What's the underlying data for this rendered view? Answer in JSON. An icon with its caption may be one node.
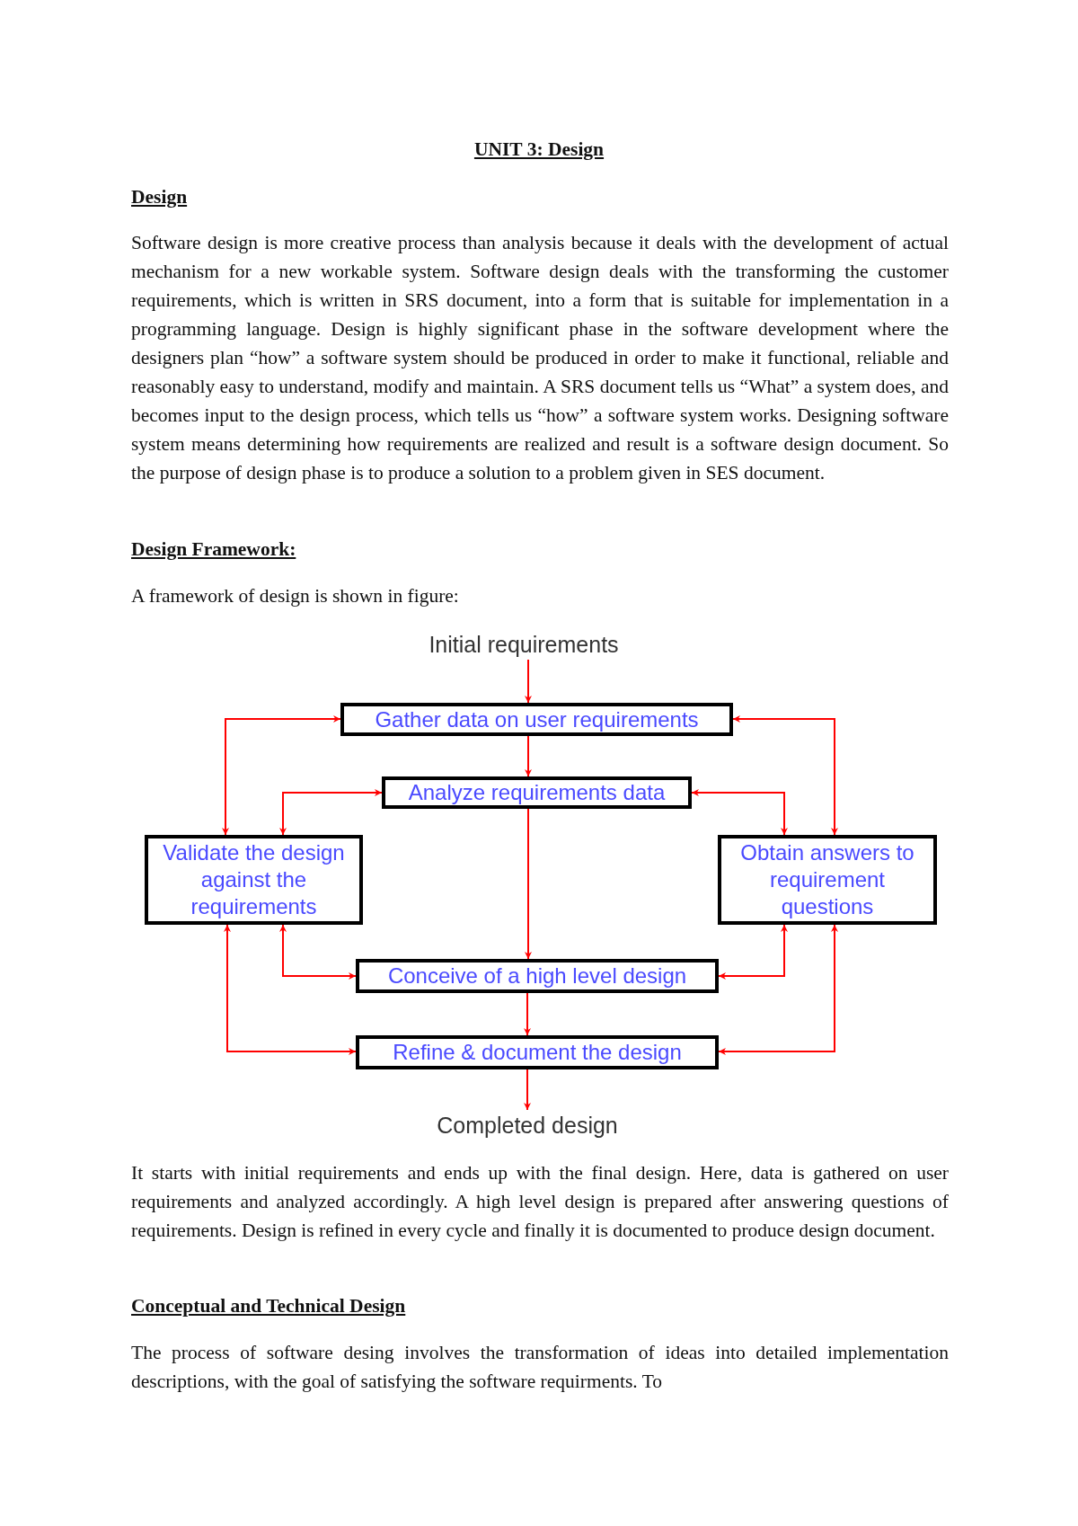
{
  "diagram": {
    "title": "UNIT 3: Design",
    "nodes": [
      {
        "text": [
          "Initial requirements"
        ]
      },
      {
        "text": [
          "Gather data on user requirements"
        ]
      },
      {
        "text": [
          "Analyze requirements data"
        ]
      },
      {
        "text": [
          "Validate the design against the requirements"
        ]
      },
      {
        "text": [
          "Obtain answers to requirement questions"
        ]
      },
      {
        "text": [
          "Conceive of a high level design"
        ]
      },
      {
        "text": [
          "Refine & document the design"
        ]
      },
      {
        "text": [
          "Completed design"
        ]
      }
    ],
    "edges": [
      {
        "from": 0,
        "to": 1,
        "arrow": "to"
      },
      {
        "from": 1,
        "to": 2,
        "arrow": "to"
      },
      {
        "from": 2,
        "to": 5,
        "arrow": "to"
      },
      {
        "from": 5,
        "to": 6,
        "arrow": "to"
      },
      {
        "from": 6,
        "to": 7,
        "arrow": "to"
      },
      {
        "from": 3,
        "to": 1,
        "arrow": "both"
      },
      {
        "from": 3,
        "to": 2,
        "arrow": "both"
      },
      {
        "from": 3,
        "to": 5,
        "arrow": "both"
      },
      {
        "from": 3,
        "to": 6,
        "arrow": "both"
      },
      {
        "from": 4,
        "to": 1,
        "arrow": "both"
      },
      {
        "from": 4,
        "to": 2,
        "arrow": "both"
      },
      {
        "from": 4,
        "to": 5,
        "arrow": "both"
      },
      {
        "from": 4,
        "to": 6,
        "arrow": "both"
      }
    ],
    "labels": [
      "Design",
      "Software design is more creative process than analysis because it deals with the development of actual mechanism for a new workable system. Software design deals with the transforming the customer requirements, which is written in SRS document, into a form that is suitable for implementation in a programming language. Design is highly significant phase in the software development where the designers plan “how” a software system should be produced in order to make it functional, reliable and reasonably easy to understand, modify and maintain. A SRS document tells us “What” a system does, and becomes input to the design process, which tells us “how” a software system works. Designing software system means determining how requirements are realized and result is a software design document. So the purpose of design phase is to produce a solution to a problem given in SES document.",
      "Design Framework:",
      "A framework of design is shown in figure:",
      "It starts with initial requirements and ends up with the final design. Here, data is gathered on user requirements and analyzed accordingly. A high level design is prepared after answering questions of requirements. Design is refined in every cycle and finally it is documented to produce design document.",
      "Conceptual and Technical Design",
      "The process of software desing involves the transformation of ideas into detailed implementation descriptions, with the goal of satisfying the software requirments. To"
    ]
  }
}
